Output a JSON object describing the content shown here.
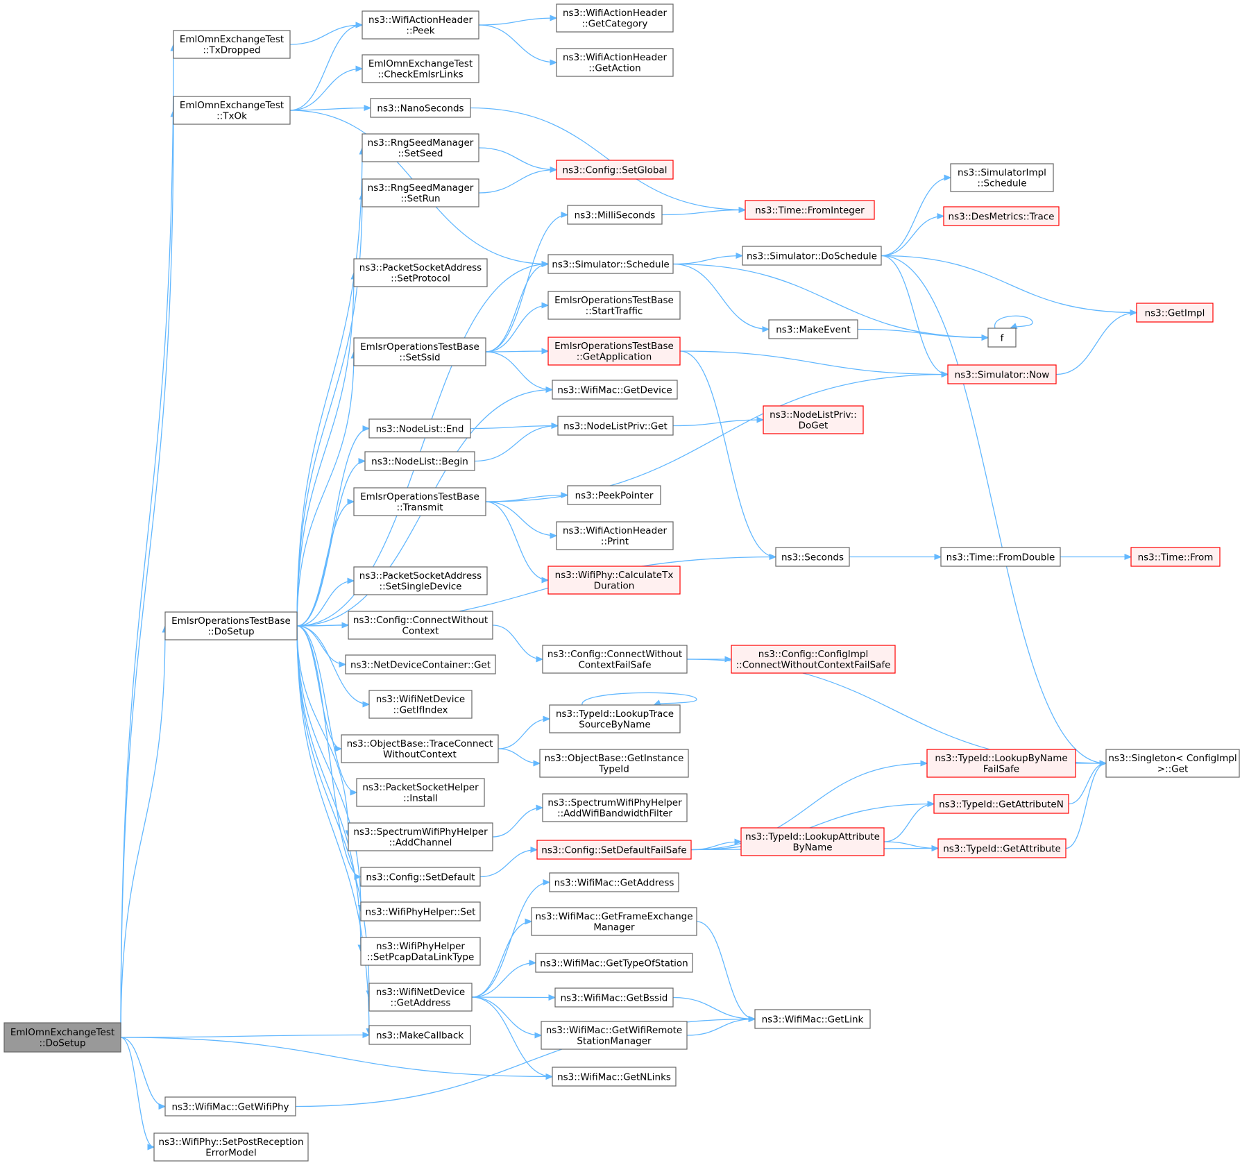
{
  "colors": {
    "edge": "#63b8ff",
    "node_border": "#666666",
    "node_fill": "#ffffff",
    "truncated_border": "#ff0000",
    "truncated_fill": "#fff0f0",
    "root_fill": "#999999"
  },
  "nodes": [
    {
      "id": "root",
      "lines": [
        "EmlOmnExchangeTest",
        "::DoSetup"
      ],
      "style": "root"
    },
    {
      "id": "txdropped",
      "lines": [
        "EmlOmnExchangeTest",
        "::TxDropped"
      ],
      "style": "plain"
    },
    {
      "id": "txok",
      "lines": [
        "EmlOmnExchangeTest",
        "::TxOk"
      ],
      "style": "plain"
    },
    {
      "id": "basesetup",
      "lines": [
        "EmlsrOperationsTestBase",
        "::DoSetup"
      ],
      "style": "plain"
    },
    {
      "id": "getwifiphy",
      "lines": [
        "ns3::WifiMac::GetWifiPhy"
      ],
      "style": "plain"
    },
    {
      "id": "setpostrx",
      "lines": [
        "ns3::WifiPhy::SetPostReception",
        "ErrorModel"
      ],
      "style": "plain"
    },
    {
      "id": "peek",
      "lines": [
        "ns3::WifiActionHeader",
        "::Peek"
      ],
      "style": "plain"
    },
    {
      "id": "checklinks",
      "lines": [
        "EmlOmnExchangeTest",
        "::CheckEmlsrLinks"
      ],
      "style": "plain"
    },
    {
      "id": "nanoseconds",
      "lines": [
        "ns3::NanoSeconds"
      ],
      "style": "plain"
    },
    {
      "id": "setseed",
      "lines": [
        "ns3::RngSeedManager",
        "::SetSeed"
      ],
      "style": "plain"
    },
    {
      "id": "setrun",
      "lines": [
        "ns3::RngSeedManager",
        "::SetRun"
      ],
      "style": "plain"
    },
    {
      "id": "setprotocol",
      "lines": [
        "ns3::PacketSocketAddress",
        "::SetProtocol"
      ],
      "style": "plain"
    },
    {
      "id": "setssid",
      "lines": [
        "EmlsrOperationsTestBase",
        "::SetSsid"
      ],
      "style": "plain"
    },
    {
      "id": "nodelistend",
      "lines": [
        "ns3::NodeList::End"
      ],
      "style": "plain"
    },
    {
      "id": "nodelistbegin",
      "lines": [
        "ns3::NodeList::Begin"
      ],
      "style": "plain"
    },
    {
      "id": "transmit",
      "lines": [
        "EmlsrOperationsTestBase",
        "::Transmit"
      ],
      "style": "plain"
    },
    {
      "id": "setsingledevice",
      "lines": [
        "ns3::PacketSocketAddress",
        "::SetSingleDevice"
      ],
      "style": "plain"
    },
    {
      "id": "connectwoctx",
      "lines": [
        "ns3::Config::ConnectWithout",
        "Context"
      ],
      "style": "plain"
    },
    {
      "id": "ndcget",
      "lines": [
        "ns3::NetDeviceContainer::Get"
      ],
      "style": "plain"
    },
    {
      "id": "getifindex",
      "lines": [
        "ns3::WifiNetDevice",
        "::GetIfIndex"
      ],
      "style": "plain"
    },
    {
      "id": "traceconnect",
      "lines": [
        "ns3::ObjectBase::TraceConnect",
        "WithoutContext"
      ],
      "style": "plain"
    },
    {
      "id": "psinstall",
      "lines": [
        "ns3::PacketSocketHelper",
        "::Install"
      ],
      "style": "plain"
    },
    {
      "id": "addchannel",
      "lines": [
        "ns3::SpectrumWifiPhyHelper",
        "::AddChannel"
      ],
      "style": "plain"
    },
    {
      "id": "setdefault",
      "lines": [
        "ns3::Config::SetDefault"
      ],
      "style": "plain"
    },
    {
      "id": "physet",
      "lines": [
        "ns3::WifiPhyHelper::Set"
      ],
      "style": "plain"
    },
    {
      "id": "setpcap",
      "lines": [
        "ns3::WifiPhyHelper",
        "::SetPcapDataLinkType"
      ],
      "style": "plain"
    },
    {
      "id": "ndgetaddress",
      "lines": [
        "ns3::WifiNetDevice",
        "::GetAddress"
      ],
      "style": "plain"
    },
    {
      "id": "makecallback",
      "lines": [
        "ns3::MakeCallback"
      ],
      "style": "plain"
    },
    {
      "id": "getcategory",
      "lines": [
        "ns3::WifiActionHeader",
        "::GetCategory"
      ],
      "style": "plain"
    },
    {
      "id": "getaction",
      "lines": [
        "ns3::WifiActionHeader",
        "::GetAction"
      ],
      "style": "plain"
    },
    {
      "id": "setglobal",
      "lines": [
        "ns3::Config::SetGlobal"
      ],
      "style": "trunc"
    },
    {
      "id": "milliseconds",
      "lines": [
        "ns3::MilliSeconds"
      ],
      "style": "plain"
    },
    {
      "id": "schedule",
      "lines": [
        "ns3::Simulator::Schedule"
      ],
      "style": "plain"
    },
    {
      "id": "starttraffic",
      "lines": [
        "EmlsrOperationsTestBase",
        "::StartTraffic"
      ],
      "style": "plain"
    },
    {
      "id": "getapplication",
      "lines": [
        "EmlsrOperationsTestBase",
        "::GetApplication"
      ],
      "style": "trunc"
    },
    {
      "id": "getdevice",
      "lines": [
        "ns3::WifiMac::GetDevice"
      ],
      "style": "plain"
    },
    {
      "id": "nlprivget",
      "lines": [
        "ns3::NodeListPriv::Get"
      ],
      "style": "plain"
    },
    {
      "id": "peekpointer",
      "lines": [
        "ns3::PeekPointer"
      ],
      "style": "plain"
    },
    {
      "id": "ahprint",
      "lines": [
        "ns3::WifiActionHeader",
        "::Print"
      ],
      "style": "plain"
    },
    {
      "id": "calctx",
      "lines": [
        "ns3::WifiPhy::CalculateTx",
        "Duration"
      ],
      "style": "trunc"
    },
    {
      "id": "connectfailsafe",
      "lines": [
        "ns3::Config::ConnectWithout",
        "ContextFailSafe"
      ],
      "style": "plain"
    },
    {
      "id": "lookuptrace",
      "lines": [
        "ns3::TypeId::LookupTrace",
        "SourceByName"
      ],
      "style": "plain"
    },
    {
      "id": "getinstancetypeid",
      "lines": [
        "ns3::ObjectBase::GetInstance",
        "TypeId"
      ],
      "style": "plain"
    },
    {
      "id": "addbwfilter",
      "lines": [
        "ns3::SpectrumWifiPhyHelper",
        "::AddWifiBandwidthFilter"
      ],
      "style": "plain"
    },
    {
      "id": "setdefaultfailsafe",
      "lines": [
        "ns3::Config::SetDefaultFailSafe"
      ],
      "style": "trunc"
    },
    {
      "id": "macgetaddress",
      "lines": [
        "ns3::WifiMac::GetAddress"
      ],
      "style": "plain"
    },
    {
      "id": "getfem",
      "lines": [
        "ns3::WifiMac::GetFrameExchange",
        "Manager"
      ],
      "style": "plain"
    },
    {
      "id": "gettype",
      "lines": [
        "ns3::WifiMac::GetTypeOfStation"
      ],
      "style": "plain"
    },
    {
      "id": "getbssid",
      "lines": [
        "ns3::WifiMac::GetBssid"
      ],
      "style": "plain"
    },
    {
      "id": "getrsm",
      "lines": [
        "ns3::WifiMac::GetWifiRemote",
        "StationManager"
      ],
      "style": "plain"
    },
    {
      "id": "getnlinks",
      "lines": [
        "ns3::WifiMac::GetNLinks"
      ],
      "style": "plain"
    },
    {
      "id": "frominteger",
      "lines": [
        "ns3::Time::FromInteger"
      ],
      "style": "trunc"
    },
    {
      "id": "doschedule",
      "lines": [
        "ns3::Simulator::DoSchedule"
      ],
      "style": "plain"
    },
    {
      "id": "makeevent",
      "lines": [
        "ns3::MakeEvent"
      ],
      "style": "plain"
    },
    {
      "id": "nldoget",
      "lines": [
        "ns3::NodeListPriv::",
        "DoGet"
      ],
      "style": "trunc"
    },
    {
      "id": "seconds",
      "lines": [
        "ns3::Seconds"
      ],
      "style": "plain"
    },
    {
      "id": "connectimpl",
      "lines": [
        "ns3::Config::ConfigImpl",
        "::ConnectWithoutContextFailSafe"
      ],
      "style": "trunc"
    },
    {
      "id": "lookupattr",
      "lines": [
        "ns3::TypeId::LookupAttribute",
        "ByName"
      ],
      "style": "trunc"
    },
    {
      "id": "getlink",
      "lines": [
        "ns3::WifiMac::GetLink"
      ],
      "style": "plain"
    },
    {
      "id": "simimplschedule",
      "lines": [
        "ns3::SimulatorImpl",
        "::Schedule"
      ],
      "style": "plain"
    },
    {
      "id": "desmetrics",
      "lines": [
        "ns3::DesMetrics::Trace"
      ],
      "style": "trunc"
    },
    {
      "id": "f",
      "lines": [
        "f"
      ],
      "style": "plain"
    },
    {
      "id": "now",
      "lines": [
        "ns3::Simulator::Now"
      ],
      "style": "trunc"
    },
    {
      "id": "fromdouble",
      "lines": [
        "ns3::Time::FromDouble"
      ],
      "style": "plain"
    },
    {
      "id": "lookupbyname",
      "lines": [
        "ns3::TypeId::LookupByName",
        "FailSafe"
      ],
      "style": "trunc"
    },
    {
      "id": "getattributen",
      "lines": [
        "ns3::TypeId::GetAttributeN"
      ],
      "style": "trunc"
    },
    {
      "id": "getattribute",
      "lines": [
        "ns3::TypeId::GetAttribute"
      ],
      "style": "trunc"
    },
    {
      "id": "getimpl",
      "lines": [
        "ns3::GetImpl"
      ],
      "style": "trunc"
    },
    {
      "id": "timefrom",
      "lines": [
        "ns3::Time::From"
      ],
      "style": "trunc"
    },
    {
      "id": "singletonget",
      "lines": [
        "ns3::Singleton< ConfigImpl",
        ">::Get"
      ],
      "style": "plain"
    }
  ],
  "edges": [
    [
      "root",
      "txdropped"
    ],
    [
      "root",
      "txok"
    ],
    [
      "root",
      "basesetup"
    ],
    [
      "root",
      "makecallback"
    ],
    [
      "root",
      "getnlinks"
    ],
    [
      "root",
      "getwifiphy"
    ],
    [
      "root",
      "setpostrx"
    ],
    [
      "txdropped",
      "peek"
    ],
    [
      "txok",
      "peek"
    ],
    [
      "txok",
      "checklinks"
    ],
    [
      "txok",
      "nanoseconds"
    ],
    [
      "txok",
      "schedule"
    ],
    [
      "peek",
      "getcategory"
    ],
    [
      "peek",
      "getaction"
    ],
    [
      "nanoseconds",
      "frominteger"
    ],
    [
      "setseed",
      "setglobal"
    ],
    [
      "setrun",
      "setglobal"
    ],
    [
      "milliseconds",
      "frominteger"
    ],
    [
      "basesetup",
      "setseed"
    ],
    [
      "basesetup",
      "setrun"
    ],
    [
      "basesetup",
      "setprotocol"
    ],
    [
      "basesetup",
      "schedule"
    ],
    [
      "basesetup",
      "setssid"
    ],
    [
      "basesetup",
      "getdevice"
    ],
    [
      "basesetup",
      "nodelistend"
    ],
    [
      "basesetup",
      "nodelistbegin"
    ],
    [
      "basesetup",
      "transmit"
    ],
    [
      "basesetup",
      "seconds"
    ],
    [
      "basesetup",
      "setsingledevice"
    ],
    [
      "basesetup",
      "connectwoctx"
    ],
    [
      "basesetup",
      "ndcget"
    ],
    [
      "basesetup",
      "getifindex"
    ],
    [
      "basesetup",
      "traceconnect"
    ],
    [
      "basesetup",
      "psinstall"
    ],
    [
      "basesetup",
      "addchannel"
    ],
    [
      "basesetup",
      "setdefault"
    ],
    [
      "basesetup",
      "physet"
    ],
    [
      "basesetup",
      "setpcap"
    ],
    [
      "basesetup",
      "ndgetaddress"
    ],
    [
      "basesetup",
      "makecallback"
    ],
    [
      "setssid",
      "milliseconds"
    ],
    [
      "setssid",
      "schedule"
    ],
    [
      "setssid",
      "starttraffic"
    ],
    [
      "setssid",
      "getapplication"
    ],
    [
      "setssid",
      "getdevice"
    ],
    [
      "schedule",
      "doschedule"
    ],
    [
      "schedule",
      "makeevent"
    ],
    [
      "schedule",
      "f"
    ],
    [
      "doschedule",
      "simimplschedule"
    ],
    [
      "doschedule",
      "desmetrics"
    ],
    [
      "doschedule",
      "getimpl"
    ],
    [
      "doschedule",
      "singletonget"
    ],
    [
      "doschedule",
      "now"
    ],
    [
      "makeevent",
      "f"
    ],
    [
      "f",
      "f"
    ],
    [
      "getapplication",
      "now"
    ],
    [
      "getapplication",
      "seconds"
    ],
    [
      "now",
      "getimpl"
    ],
    [
      "nodelistend",
      "nlprivget"
    ],
    [
      "nodelistbegin",
      "nlprivget"
    ],
    [
      "nlprivget",
      "nldoget"
    ],
    [
      "transmit",
      "now"
    ],
    [
      "transmit",
      "peekpointer"
    ],
    [
      "transmit",
      "ahprint"
    ],
    [
      "transmit",
      "calctx"
    ],
    [
      "seconds",
      "fromdouble"
    ],
    [
      "fromdouble",
      "timefrom"
    ],
    [
      "connectwoctx",
      "connectfailsafe"
    ],
    [
      "connectfailsafe",
      "connectimpl"
    ],
    [
      "connectfailsafe",
      "singletonget"
    ],
    [
      "traceconnect",
      "lookuptrace"
    ],
    [
      "traceconnect",
      "getinstancetypeid"
    ],
    [
      "lookuptrace",
      "lookuptrace"
    ],
    [
      "addchannel",
      "addbwfilter"
    ],
    [
      "setdefault",
      "setdefaultfailsafe"
    ],
    [
      "setdefaultfailsafe",
      "lookupbyname"
    ],
    [
      "setdefaultfailsafe",
      "getattributen"
    ],
    [
      "setdefaultfailsafe",
      "lookupattr"
    ],
    [
      "setdefaultfailsafe",
      "getattribute"
    ],
    [
      "lookupbyname",
      "singletonget"
    ],
    [
      "getattributen",
      "singletonget"
    ],
    [
      "getattribute",
      "singletonget"
    ],
    [
      "lookupattr",
      "getattributen"
    ],
    [
      "lookupattr",
      "getattribute"
    ],
    [
      "ndgetaddress",
      "macgetaddress"
    ],
    [
      "ndgetaddress",
      "getfem"
    ],
    [
      "ndgetaddress",
      "gettype"
    ],
    [
      "ndgetaddress",
      "getbssid"
    ],
    [
      "ndgetaddress",
      "getrsm"
    ],
    [
      "ndgetaddress",
      "getnlinks"
    ],
    [
      "getfem",
      "getlink"
    ],
    [
      "getbssid",
      "getlink"
    ],
    [
      "getrsm",
      "getlink"
    ],
    [
      "getwifiphy",
      "getlink"
    ]
  ]
}
